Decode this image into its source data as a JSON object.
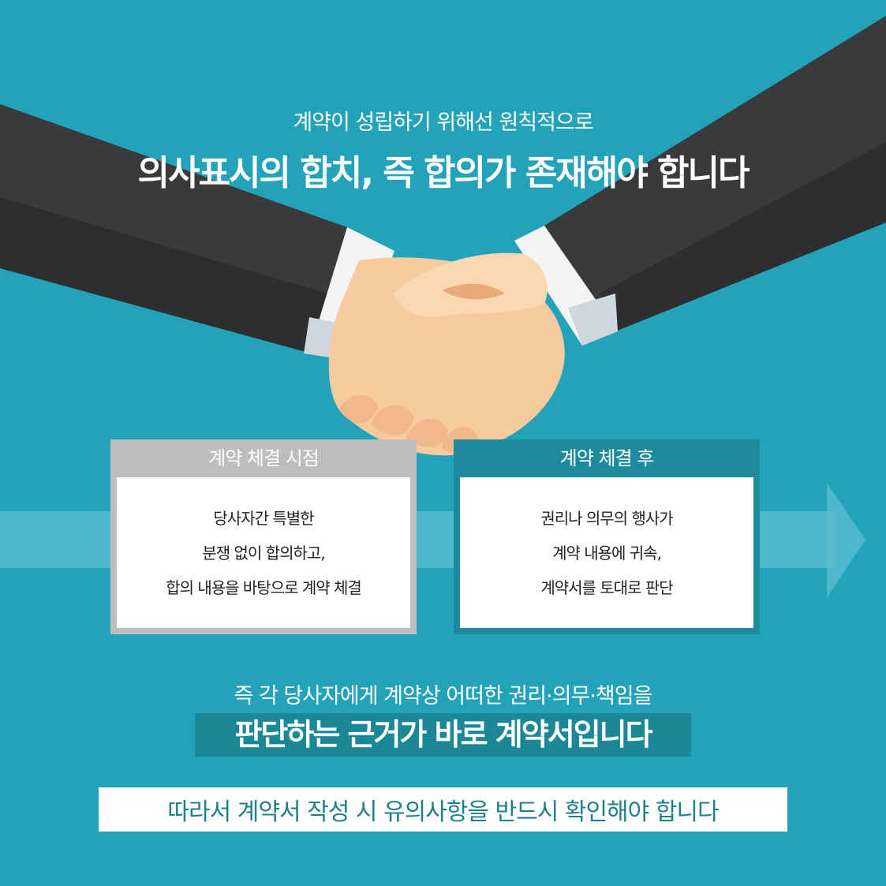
{
  "header": {
    "subtitle": "계약이 성립하기 위해선 원칙적으로",
    "headline": "의사표시의 합치, 즉 합의가 존재해야 합니다"
  },
  "cards": [
    {
      "title": "계약 체결 시점",
      "lines": [
        "당사자간 특별한",
        "분쟁 없이 합의하고,",
        "합의 내용을 바탕으로 계약 체결"
      ]
    },
    {
      "title": "계약 체결 후",
      "lines": [
        "권리나 의무의 행사가",
        "계약 내용에 귀속,",
        "계약서를 토대로 판단"
      ]
    }
  ],
  "summary": {
    "line1": "즉 각 당사자에게 계약상 어떠한 권리·의무·책임을",
    "line2": "판단하는 근거가 바로 계약서입니다"
  },
  "notice": "따라서 계약서 작성 시 유의사항을 반드시 확인해야 합니다",
  "colors": {
    "background": "#22a3ba",
    "sleeve": "#3a3a3c",
    "cuff": "#f4f4f4",
    "skin": "#f7caa0",
    "left_card_header": "#bdbdbd",
    "right_card_header": "#1d8b9d"
  }
}
